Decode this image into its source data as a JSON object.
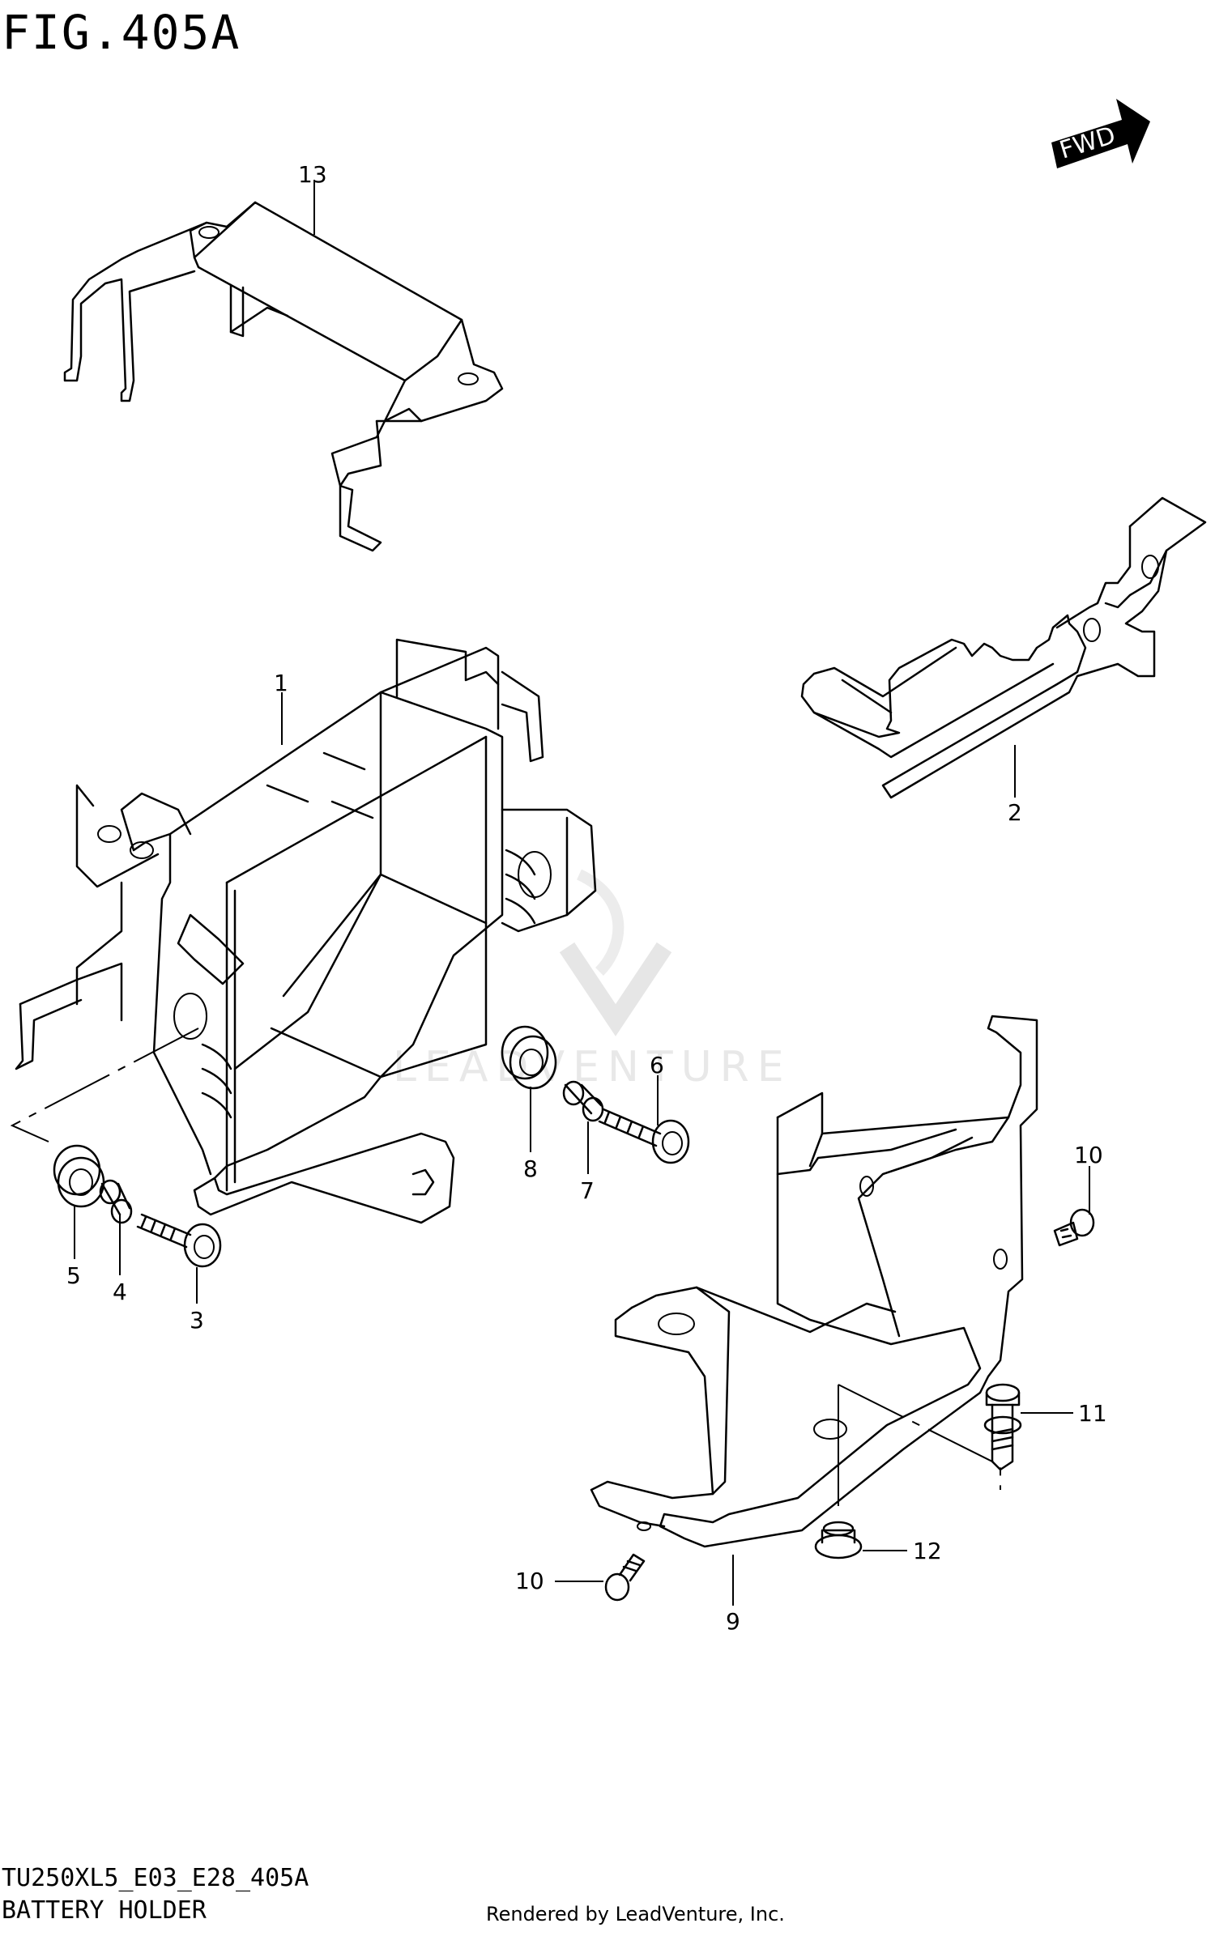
{
  "header": {
    "figure_title": "FIG.405A"
  },
  "fwd_badge": {
    "label": "FWD"
  },
  "callouts": {
    "c1": "1",
    "c2": "2",
    "c3": "3",
    "c4": "4",
    "c5": "5",
    "c6": "6",
    "c7": "7",
    "c8": "8",
    "c9": "9",
    "c10a": "10",
    "c10b": "10",
    "c11": "11",
    "c12": "12",
    "c13": "13"
  },
  "watermark": {
    "text": "LEADVENTURE"
  },
  "footer": {
    "model_code": "TU250XL5_E03_E28_405A",
    "caption": "BATTERY HOLDER",
    "credit": "Rendered by LeadVenture, Inc."
  }
}
